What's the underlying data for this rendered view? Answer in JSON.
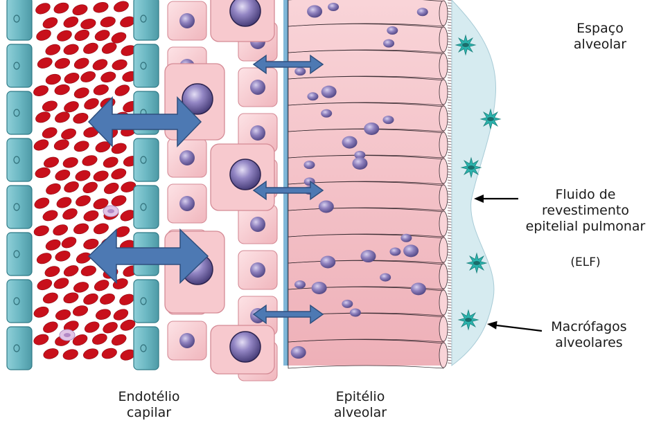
{
  "labels": {
    "alveolar_space": [
      "Espaço",
      "alveolar"
    ],
    "elf": [
      "Fluido de",
      "revestimento",
      "epitelial pulmonar"
    ],
    "elf_abbr": "(ELF)",
    "macrophages": [
      "Macrófagos",
      "alveolares"
    ],
    "endothelium": [
      "Endotélio",
      "capilar"
    ],
    "epithelium": [
      "Epitélio",
      "alveolar"
    ]
  },
  "colors": {
    "endothelium_cell": "#5ba9b5",
    "red_blood_cell": "#c8101b",
    "interstitial_cell": "#f4c3c8",
    "nucleus": "#7a6aa8",
    "epithelium_cell": "#f6c7cd",
    "elf_fluid": "#d6ebf0",
    "macrophage": "#2bb3ad",
    "transport_arrow": "#4d79b3",
    "pointer_arrow": "#000000"
  },
  "icons": [
    "double-arrow",
    "pointer-arrow",
    "macrophage-cell",
    "red-blood-cell"
  ]
}
